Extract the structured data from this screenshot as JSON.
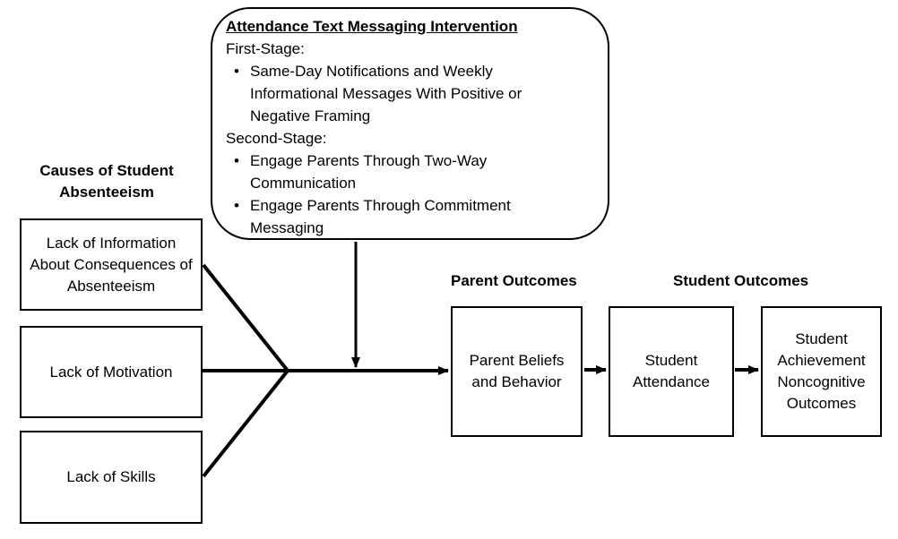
{
  "intervention": {
    "title": "Attendance Text Messaging Intervention",
    "first_stage_label": "First-Stage:",
    "first_stage_bullets": [
      "Same-Day Notifications and Weekly Informational Messages With Positive or Negative Framing"
    ],
    "second_stage_label": "Second-Stage:",
    "second_stage_bullets": [
      "Engage Parents Through Two-Way Communication",
      "Engage Parents Through Commitment Messaging"
    ],
    "bullet_glyph": "•"
  },
  "causes": {
    "header": "Causes of Student Absenteeism",
    "boxes": [
      "Lack of Information About Consequences of Absenteeism",
      "Lack of Motivation",
      "Lack of Skills"
    ]
  },
  "parent_outcomes": {
    "header": "Parent Outcomes",
    "box": "Parent Beliefs and Behavior"
  },
  "student_outcomes": {
    "header": "Student Outcomes",
    "boxes": [
      "Student Attendance",
      "Student Achievement Noncognitive Outcomes"
    ]
  },
  "colors": {
    "line": "#000000",
    "text": "#000000",
    "background": "#ffffff"
  }
}
